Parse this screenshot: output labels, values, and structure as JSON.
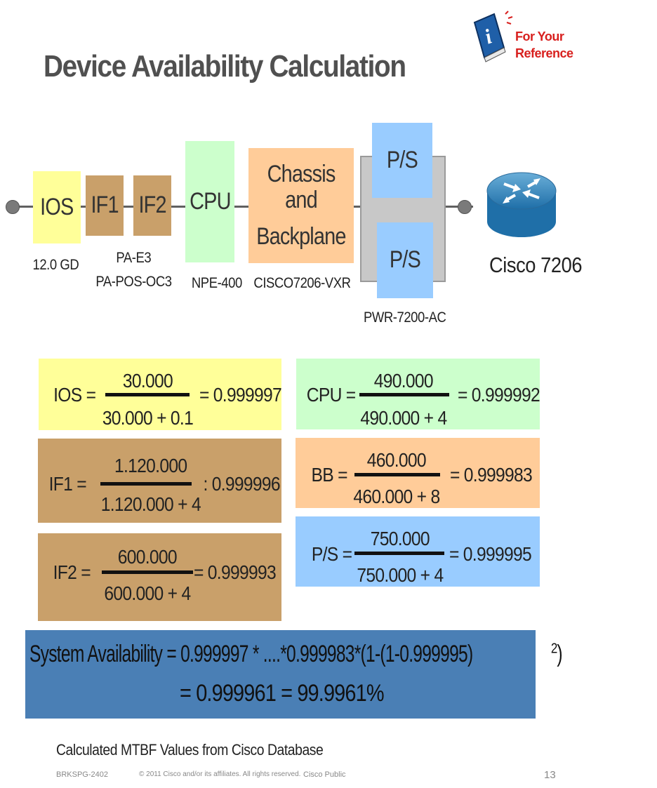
{
  "slide": {
    "title": "Device Availability Calculation",
    "reference_badge": "For Your Reference",
    "reference_icon": "info-book-icon"
  },
  "diagram": {
    "blocks": [
      {
        "label": "IOS",
        "caption": "12.0 GD",
        "color": "#ffff99"
      },
      {
        "label": "IF1",
        "color": "#c9a06a"
      },
      {
        "label": "IF2",
        "color": "#c9a06a"
      },
      {
        "if_caption_1": "PA-E3",
        "if_caption_2": "PA-POS-OC3"
      },
      {
        "label": "CPU",
        "caption": "NPE-400",
        "color": "#ccffcc"
      },
      {
        "label_1": "Chassis and",
        "label_2": "Backplane",
        "caption": "CISCO7206-VXR",
        "color": "#ffcc99"
      },
      {
        "label": "P/S",
        "color": "#99ccff"
      },
      {
        "label": "P/S",
        "caption": "PWR-7200-AC",
        "color": "#99ccff"
      }
    ],
    "device_label": "Cisco 7206",
    "device_icon": "router-icon"
  },
  "formulas": [
    {
      "label": "IOS =",
      "numerator": "30.000",
      "denominator": "30.000 + 0.1",
      "result": "= 0.999997",
      "color": "#ffff99"
    },
    {
      "label": "CPU =",
      "numerator": "490.000",
      "denominator": "490.000 + 4",
      "result": "= 0.999992",
      "color": "#ccffcc"
    },
    {
      "label": "IF1 =",
      "numerator": "1.120.000",
      "denominator": "1.120.000 + 4",
      "result": ": 0.999996",
      "color": "#c9a06a"
    },
    {
      "label": "BB =",
      "numerator": "460.000",
      "denominator": "460.000 + 8",
      "result": "= 0.999983",
      "color": "#ffcc99"
    },
    {
      "label": "IF2 =",
      "numerator": "600.000",
      "denominator": "600.000 + 4",
      "result": "= 0.999993",
      "color": "#c9a06a"
    },
    {
      "label": "P/S =",
      "numerator": "750.000",
      "denominator": "750.000 + 4",
      "result": "= 0.999995",
      "color": "#99ccff"
    }
  ],
  "system": {
    "line1_prefix": "System Availability = 0.999997 * ....*0.999983*(1-(1-0.999995)",
    "line1_sup": "2",
    "line1_suffix": ")",
    "line2": "= 0.999961 = 99.9961%"
  },
  "footnote": "Calculated MTBF Values from Cisco Database",
  "footer": {
    "session": "BRKSPG-2402",
    "copyright": "© 2011 Cisco and/or its affiliates. All rights reserved.",
    "classification": "Cisco Public",
    "page": "13"
  }
}
